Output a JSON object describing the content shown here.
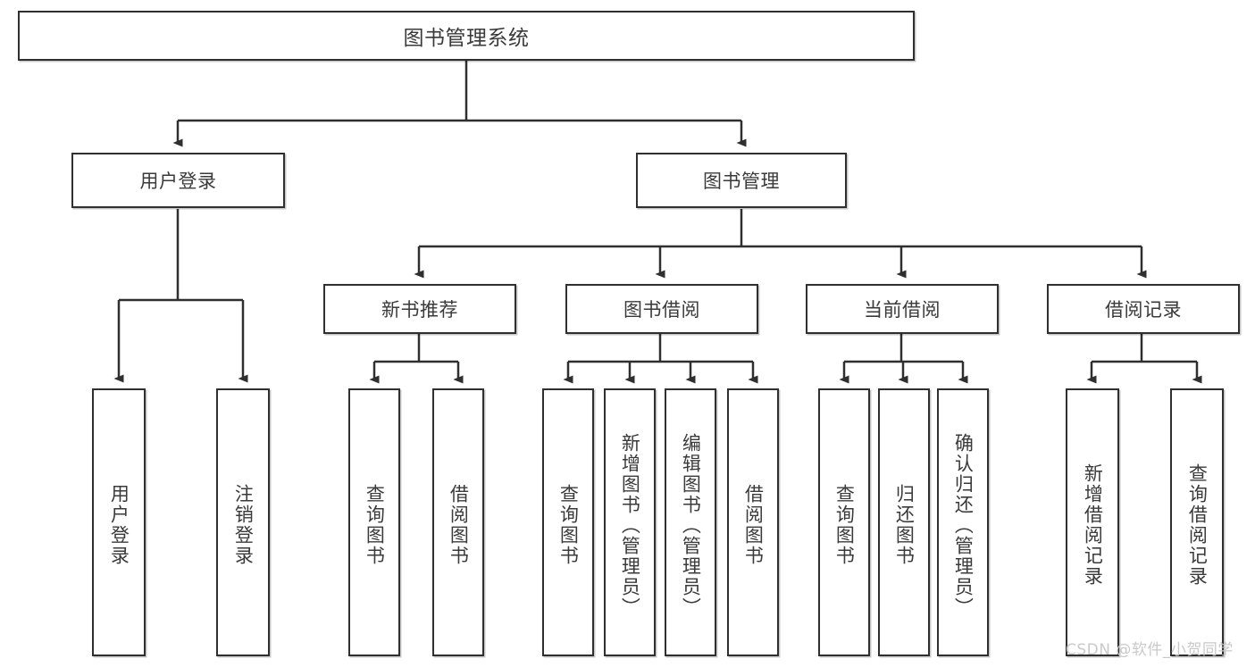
{
  "diagram": {
    "type": "tree-hierarchy-chart",
    "title": "图书管理系统",
    "line_color": "#2f2f2f",
    "box_fill": "#ffffff",
    "text_color": "#3a3a3a",
    "watermark": "CSDN @软件_小贺同学",
    "nodes": {
      "root": {
        "label": "图书管理系统"
      },
      "level2": [
        {
          "label": "用户登录"
        },
        {
          "label": "图书管理"
        }
      ],
      "level3": [
        {
          "label": "新书推荐"
        },
        {
          "label": "图书借阅"
        },
        {
          "label": "当前借阅"
        },
        {
          "label": "借阅记录"
        }
      ],
      "leaves_user_login": [
        {
          "label": "用户登录"
        },
        {
          "label": "注销登录"
        }
      ],
      "leaves_new_book": [
        {
          "label": "查询图书"
        },
        {
          "label": "借阅图书"
        }
      ],
      "leaves_borrow": [
        {
          "label": "查询图书"
        },
        {
          "label": "新增图书（管理员）"
        },
        {
          "label": "编辑图书（管理员）"
        },
        {
          "label": "借阅图书"
        }
      ],
      "leaves_current": [
        {
          "label": "查询图书"
        },
        {
          "label": "归还图书"
        },
        {
          "label": "确认归还（管理员）"
        }
      ],
      "leaves_record": [
        {
          "label": "新增借阅记录"
        },
        {
          "label": "查询借阅记录"
        }
      ]
    }
  }
}
